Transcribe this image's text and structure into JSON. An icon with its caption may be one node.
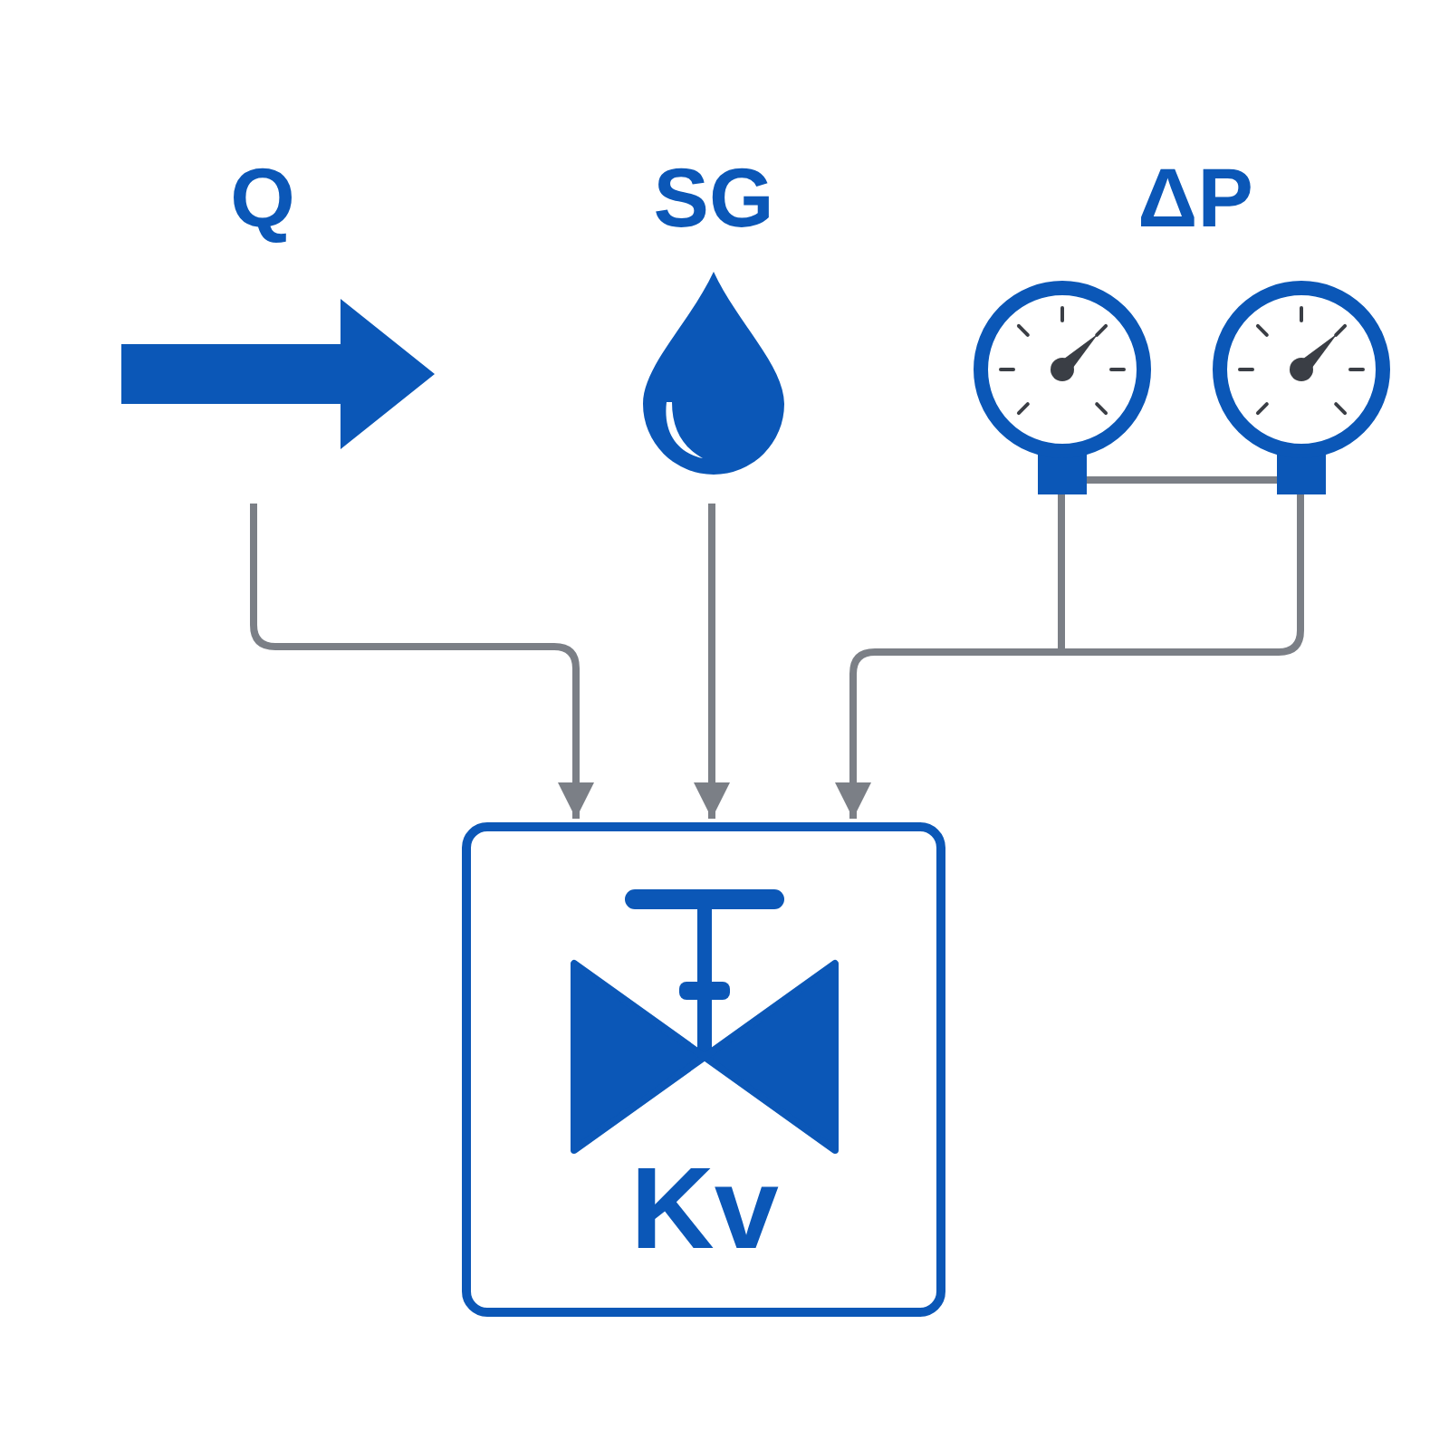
{
  "diagram": {
    "nodes": [
      {
        "text": [
          "Q"
        ]
      },
      {
        "text": [
          "SG"
        ]
      },
      {
        "text": [
          "ΔP"
        ]
      },
      {
        "text": [
          "Kv"
        ]
      }
    ],
    "edges": [
      {
        "from": 0,
        "to": 3,
        "arrow": "to"
      },
      {
        "from": 1,
        "to": 3,
        "arrow": "to"
      },
      {
        "from": 2,
        "to": 3,
        "arrow": "to"
      }
    ]
  }
}
